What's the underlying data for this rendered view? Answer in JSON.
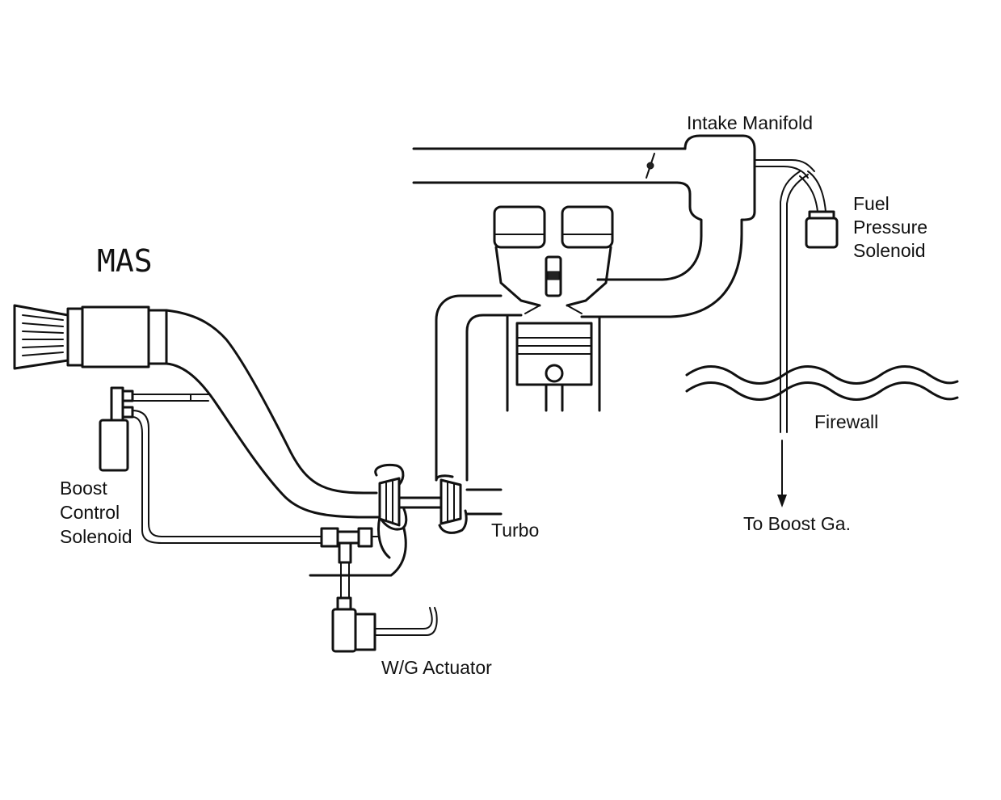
{
  "labels": {
    "mas": "MAS",
    "intake_manifold": "Intake Manifold",
    "fuel_pressure_solenoid": [
      "Fuel",
      "Pressure",
      "Solenoid"
    ],
    "firewall": "Firewall",
    "to_boost_gauge": "To Boost Ga.",
    "boost_control_solenoid": [
      "Boost",
      "Control",
      "Solenoid"
    ],
    "turbo": "Turbo",
    "wg_actuator": "W/G Actuator"
  }
}
